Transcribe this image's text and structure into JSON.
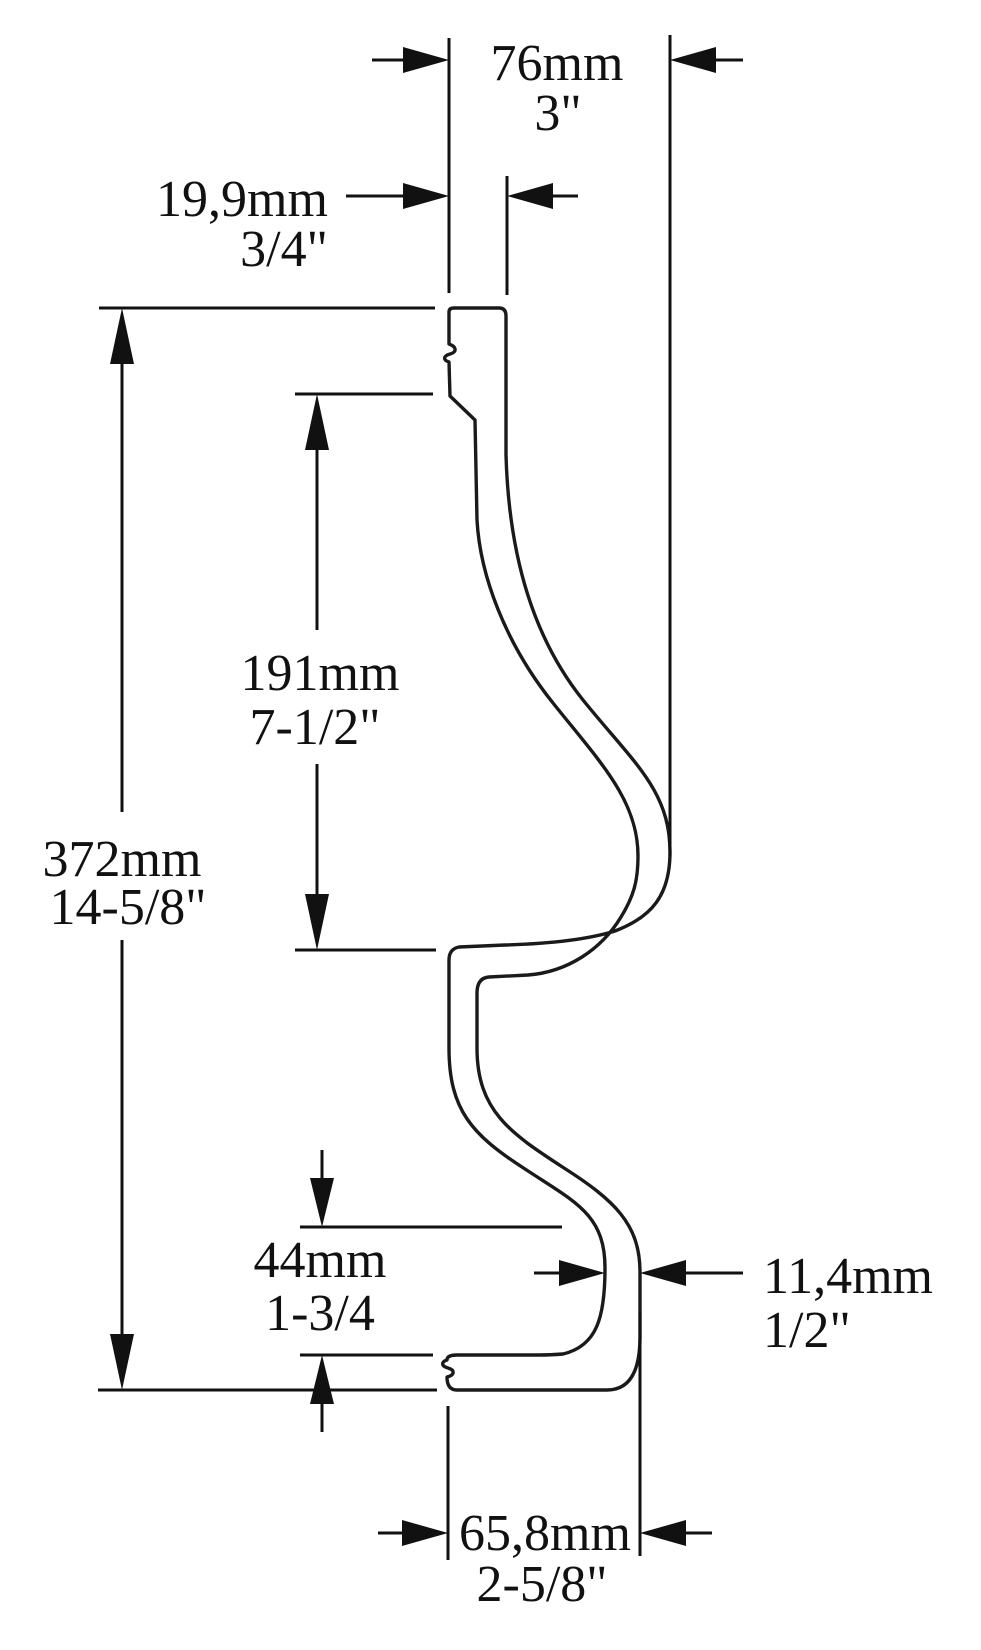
{
  "page": {
    "background": "#ffffff",
    "line_color": "#1a1a1a"
  },
  "drawing": {
    "kind": "molding-profile-cross-section",
    "units_shown": [
      "mm",
      "inch"
    ]
  },
  "dimensions": {
    "top_width": {
      "mm": "76mm",
      "inch": "3\""
    },
    "top_flange_width": {
      "mm": "19,9mm",
      "inch": "3/4\""
    },
    "overall_height": {
      "mm": "372mm",
      "inch": "14-5/8\""
    },
    "upper_section_height": {
      "mm": "191mm",
      "inch": "7-1/2\""
    },
    "bottom_section_height": {
      "mm": "44mm",
      "inch": "1-3/4"
    },
    "wall_thickness": {
      "mm": "11,4mm",
      "inch": "1/2\""
    },
    "bottom_width": {
      "mm": "65,8mm",
      "inch": "2-5/8\""
    }
  }
}
